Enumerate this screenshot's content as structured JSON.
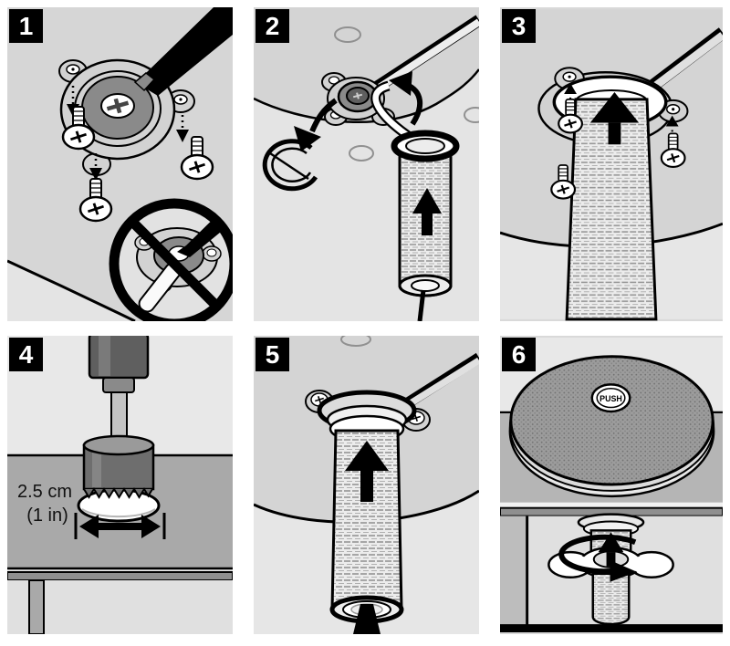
{
  "figure": {
    "panel_count": 6,
    "layout": "2 rows x 3 columns instructional diagram"
  },
  "colors": {
    "page_bg": "#ffffff",
    "panel_bg": "#d9d9d9",
    "disc_gray": "#d4d4d4",
    "below_disc_gray": "#e6e6e6",
    "plate_gray": "#d2d2d2",
    "dark_ring_gray": "#8a8a8a",
    "tube_fill": "#ececec",
    "table_gray": "#a9a9a9",
    "drill_gray": "#5f5f5f",
    "mesh_gray": "#9c9c9c",
    "outline": "#000000",
    "badge_bg": "#000000",
    "badge_text": "#ffffff"
  },
  "panels": [
    {
      "number": "1",
      "icons": [
        "screwdriver-icon",
        "phillips-screw-icon",
        "dashed-arrow-down-icon",
        "prohibition-circle-icon"
      ]
    },
    {
      "number": "2",
      "icons": [
        "curved-arrow-icon",
        "retaining-ring-icon",
        "cable-icon",
        "threaded-tube-icon",
        "up-arrow-icon"
      ]
    },
    {
      "number": "3",
      "icons": [
        "up-arrow-icon",
        "phillips-screw-icon",
        "dashed-arrow-up-icon",
        "threaded-tube-icon",
        "cable-icon"
      ]
    },
    {
      "number": "4",
      "labels": {
        "metric": "2.5 cm",
        "imperial": "(1 in)"
      },
      "icons": [
        "drill-icon",
        "hole-saw-icon",
        "drilled-hole-icon",
        "double-headed-arrow-icon"
      ]
    },
    {
      "number": "5",
      "icons": [
        "up-arrow-icon",
        "threaded-tube-icon",
        "grommet-ring-icon",
        "cable-icon"
      ]
    },
    {
      "number": "6",
      "labels": {
        "button": "PUSH"
      },
      "icons": [
        "microphone-disc-icon",
        "push-button-icon",
        "wing-nut-icon",
        "rotation-arrow-icon",
        "up-arrow-icon",
        "threaded-tube-icon"
      ]
    }
  ]
}
